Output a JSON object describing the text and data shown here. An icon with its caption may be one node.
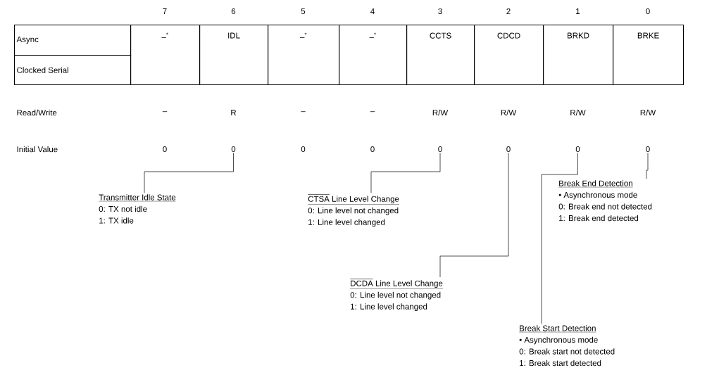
{
  "diagram": {
    "nodes": [
      {
        "text": [
          "Async"
        ]
      },
      {
        "text": [
          "Clocked Serial"
        ]
      },
      {
        "text": [
          "–$^{*}$"
        ]
      },
      {
        "text": [
          "IDL"
        ]
      },
      {
        "text": [
          "–$^{*}$"
        ]
      },
      {
        "text": [
          "–$^{*}$"
        ]
      },
      {
        "text": [
          "CCTS"
        ]
      },
      {
        "text": [
          "CDCD"
        ]
      },
      {
        "text": [
          "BRKD"
        ]
      },
      {
        "text": [
          "BRKE"
        ]
      },
      {
        "text": [
          "0"
        ]
      },
      {
        "text": [
          "0"
        ]
      },
      {
        "text": [
          "0"
        ]
      },
      {
        "text": [
          "0"
        ]
      },
      {
        "text": [
          "0"
        ]
      },
      {
        "text": [
          "Transmitter Idle State",
          "0: TX not idle",
          "1: TX idle"
        ]
      },
      {
        "text": [
          "CTSA Line Level Change",
          "0: Line level not changed",
          "1: Line level changed"
        ]
      },
      {
        "text": [
          "Break End Detection",
          "• Asynchronous mode",
          "0: Break end not detected",
          "1: Break end detected"
        ]
      },
      {
        "text": [
          "DCDA Line Level Change",
          "0: Line level not changed",
          "1: Line level changed"
        ]
      },
      {
        "text": [
          "Break Start Detection",
          "• Asynchronous mode",
          "0: Break start not detected",
          "1: Break start detected"
        ]
      }
    ],
    "edges": [
      {
        "from": 15,
        "to": 10,
        "arrow": "none"
      },
      {
        "from": 16,
        "to": 11,
        "arrow": "none"
      },
      {
        "from": 17,
        "to": 14,
        "arrow": "none"
      },
      {
        "from": 18,
        "to": 12,
        "arrow": "none"
      },
      {
        "from": 19,
        "to": 13,
        "arrow": "none"
      }
    ],
    "labels": [
      "7",
      "6",
      "5",
      "4",
      "3",
      "2",
      "1",
      "0",
      "Read/Write",
      "–",
      "R",
      "–",
      "–",
      "R/W",
      "R/W",
      "R/W",
      "R/W",
      "Initial Value",
      "0",
      "0",
      "0"
    ]
  }
}
